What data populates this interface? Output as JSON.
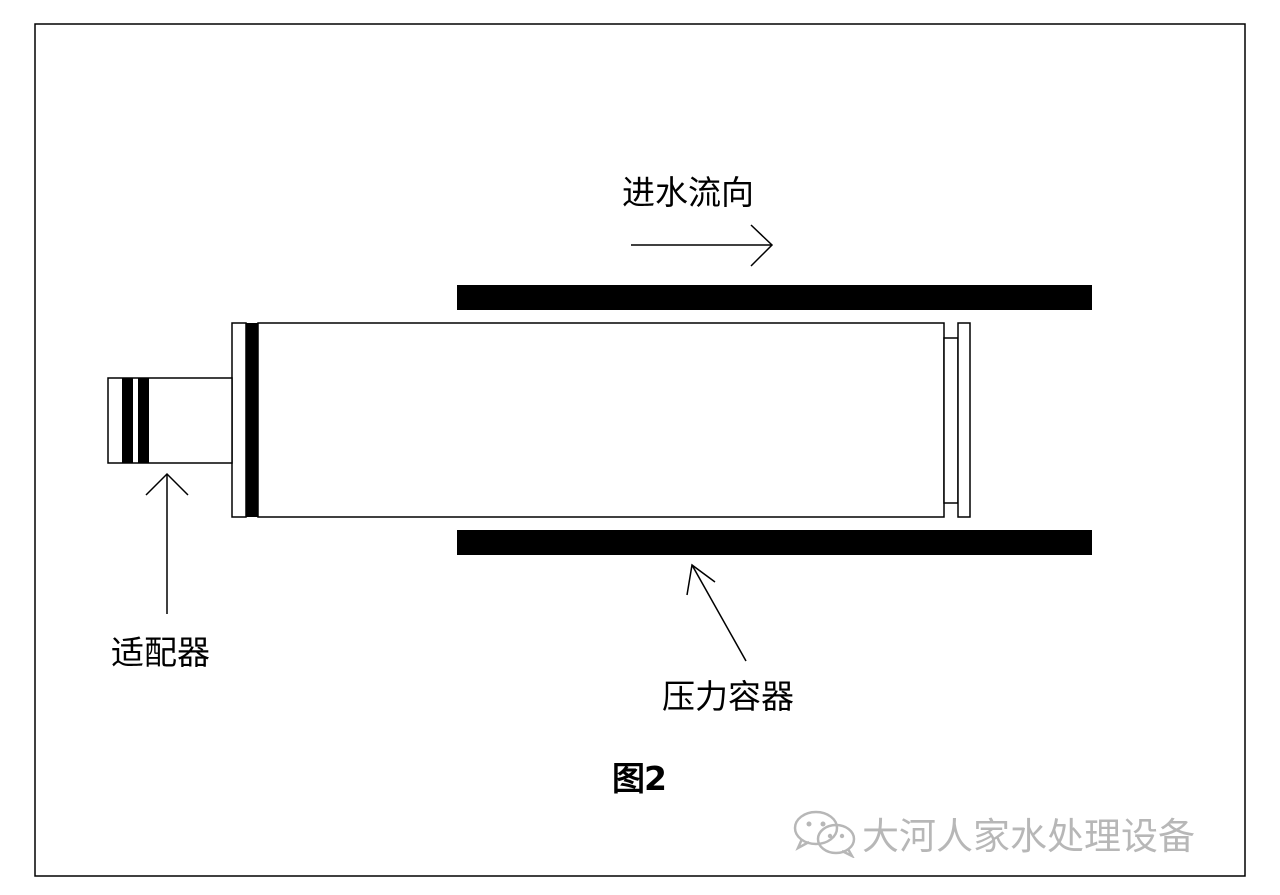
{
  "labels": {
    "flow_direction": "进水流向",
    "adapter": "适配器",
    "pressure_vessel": "压力容器",
    "figure_caption": "图2"
  },
  "watermark": {
    "text": "大河人家水处理设备",
    "icon": "wechat-icon"
  },
  "colors": {
    "stroke": "#000000",
    "fill": "#000000",
    "background": "#ffffff",
    "watermark": "#b5b5b5"
  }
}
